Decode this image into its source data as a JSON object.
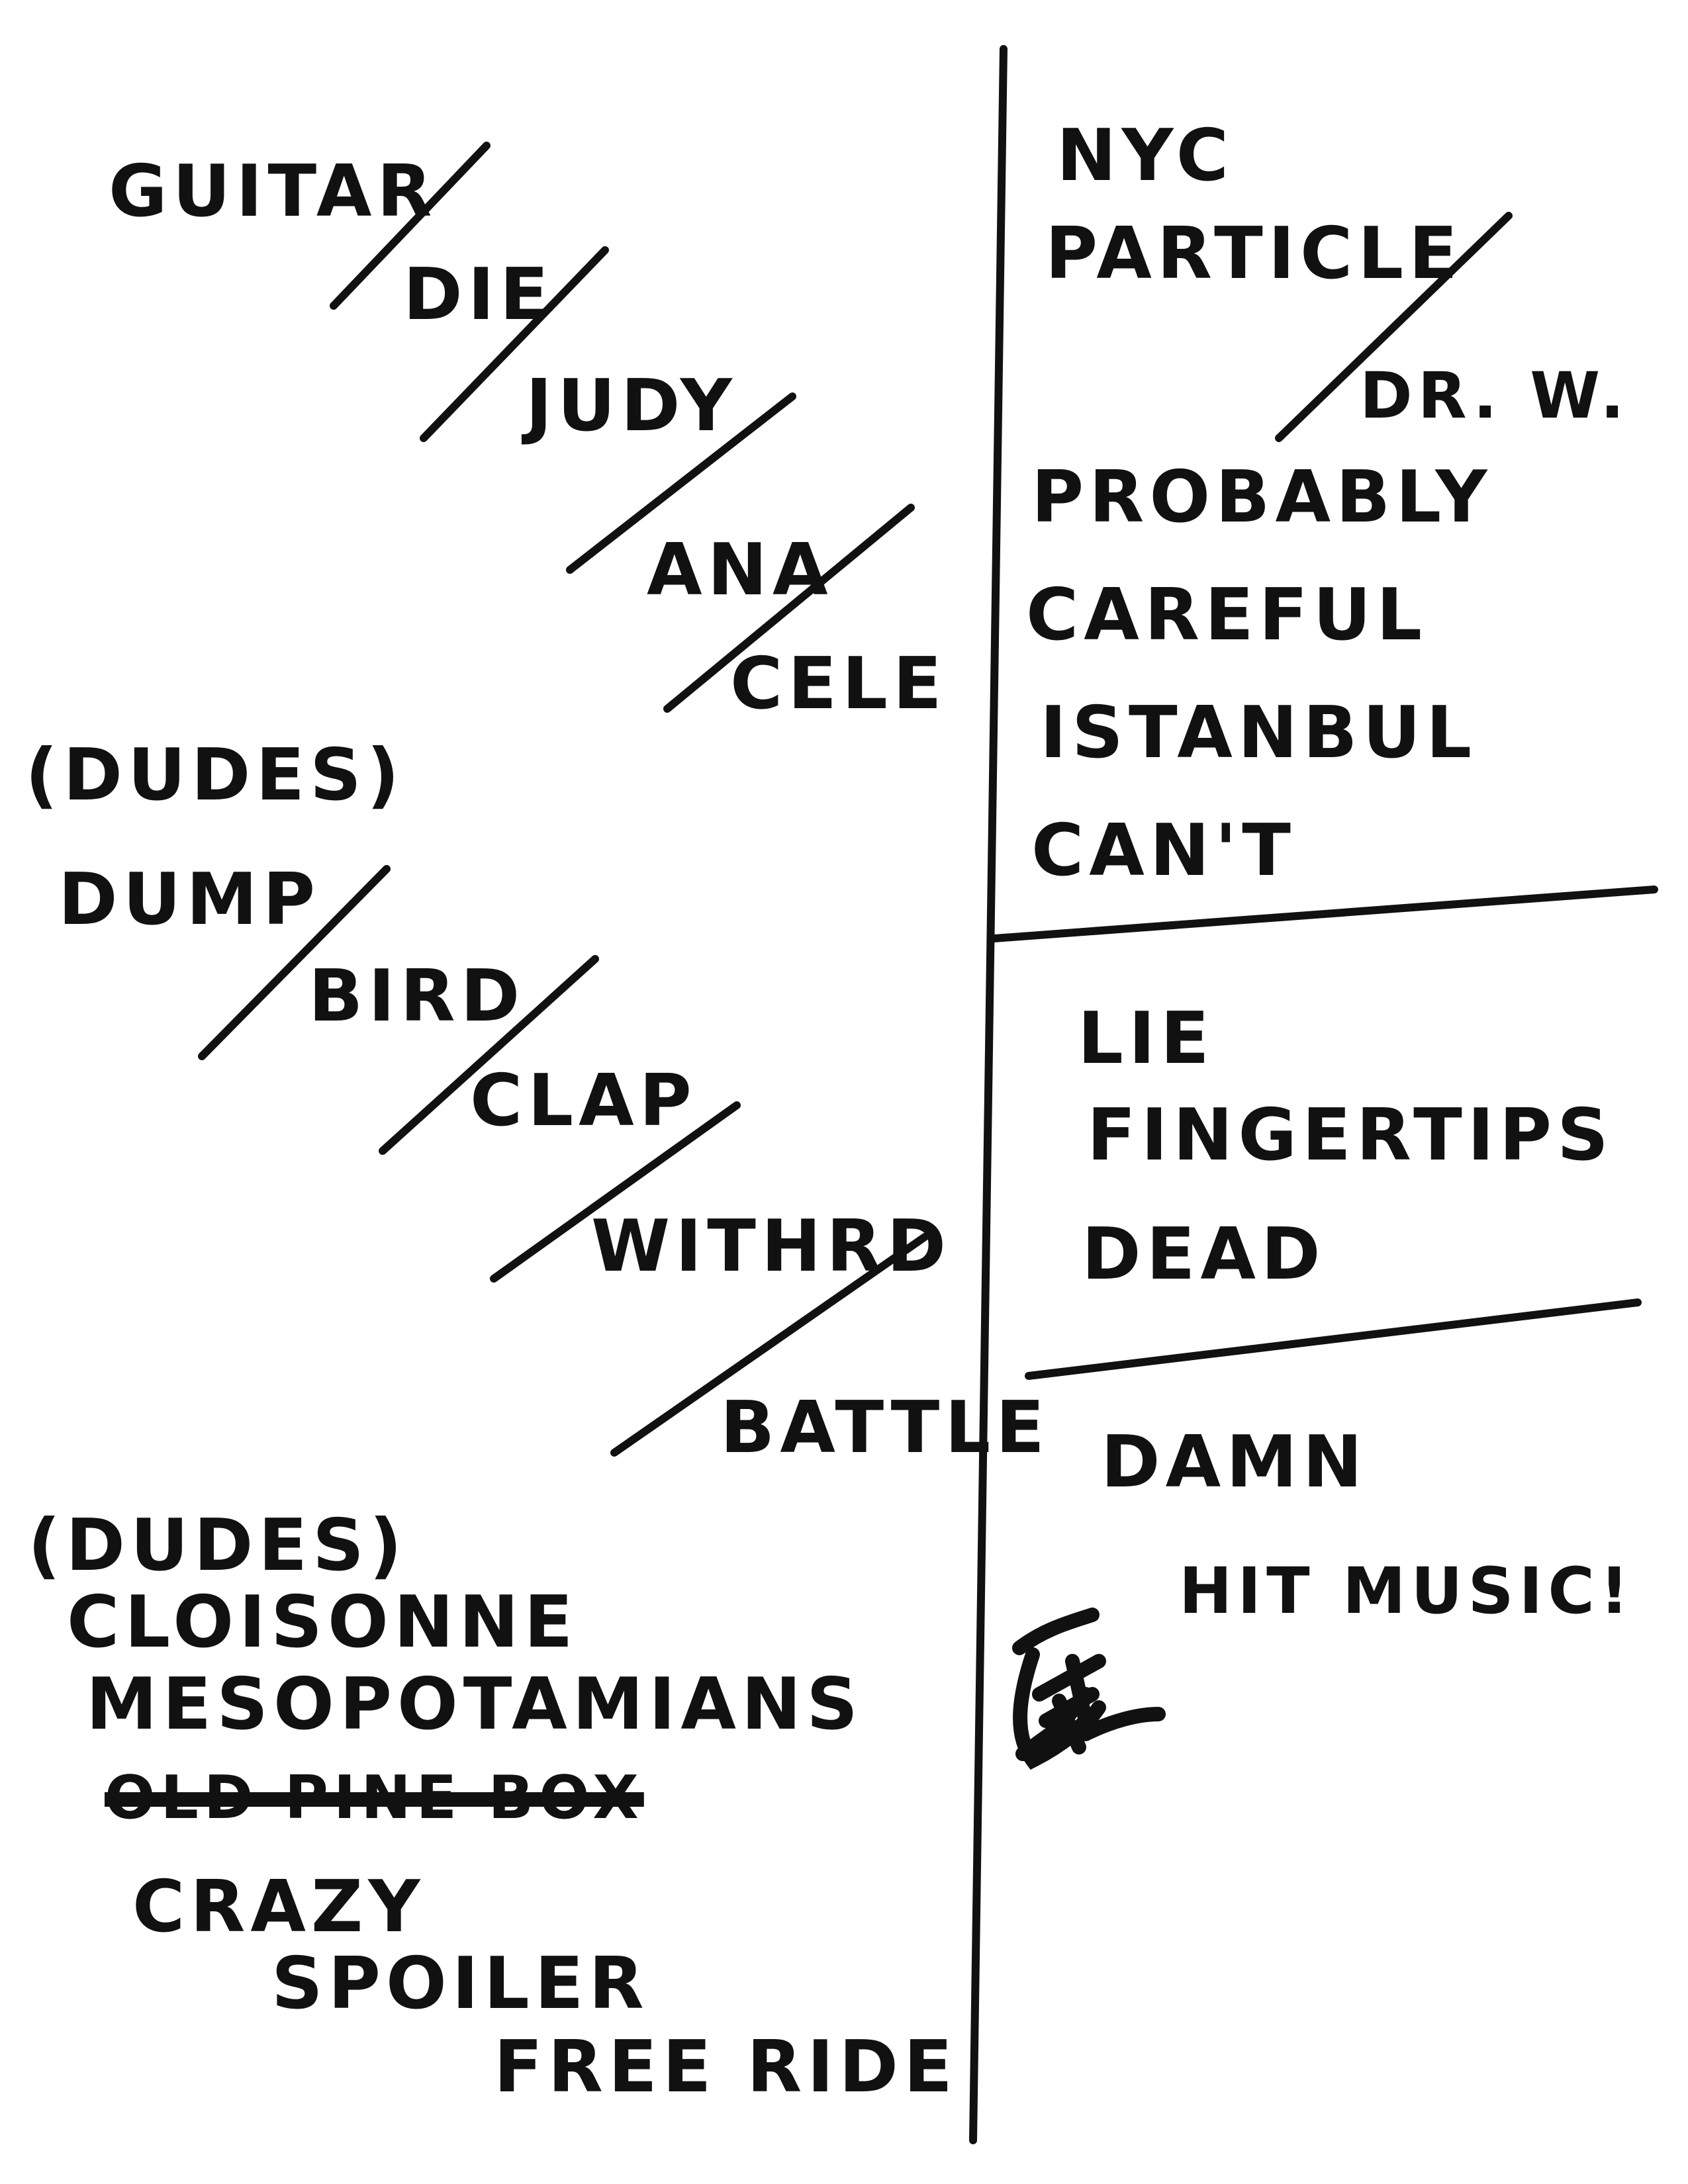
{
  "ink_color": "#111111",
  "left_column": {
    "set_one": [
      "Guitar",
      "Die",
      "Judy",
      "Ana",
      "Cele"
    ],
    "set_two_note": "(Dudes)",
    "set_two": [
      "Dump",
      "Bird",
      "Clap",
      "Withrd",
      "Battle"
    ],
    "set_three_note": "(Dudes)",
    "set_three": [
      "Cloisonne",
      "Mesopotamians"
    ],
    "struck_out": "Old Pine Box",
    "set_four": [
      "Crazy",
      "Spoiler",
      "Free Ride"
    ]
  },
  "right_column": {
    "block_one": [
      "NYC",
      "Particle",
      "Dr. W.",
      "Probably",
      "Careful",
      "Istanbul",
      "Can't"
    ],
    "block_two": [
      "Lie",
      "Fingertips",
      "Dead"
    ],
    "block_three": [
      "Damn",
      "Hit Music!"
    ]
  }
}
